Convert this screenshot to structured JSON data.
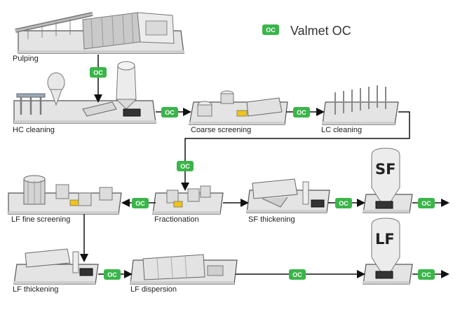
{
  "legend": {
    "badge": "OC",
    "label": "Valmet OC",
    "color": "#3bb54a"
  },
  "oc_badge_text": "OC",
  "stations": {
    "pulping": "Pulping",
    "hc_cleaning": "HC cleaning",
    "coarse_screening": "Coarse screening",
    "lc_cleaning": "LC cleaning",
    "lf_fine_screening": "LF fine screening",
    "fractionation": "Fractionation",
    "sf_thickening": "SF thickening",
    "lf_thickening": "LF thickening",
    "lf_dispersion": "LF dispersion"
  },
  "towers": {
    "sf": "SF",
    "lf": "LF"
  },
  "colors": {
    "platform": "#e3e3e3",
    "platform_edge": "#5a5a5a",
    "arrow": "#111111",
    "oc_green": "#3bb54a"
  }
}
